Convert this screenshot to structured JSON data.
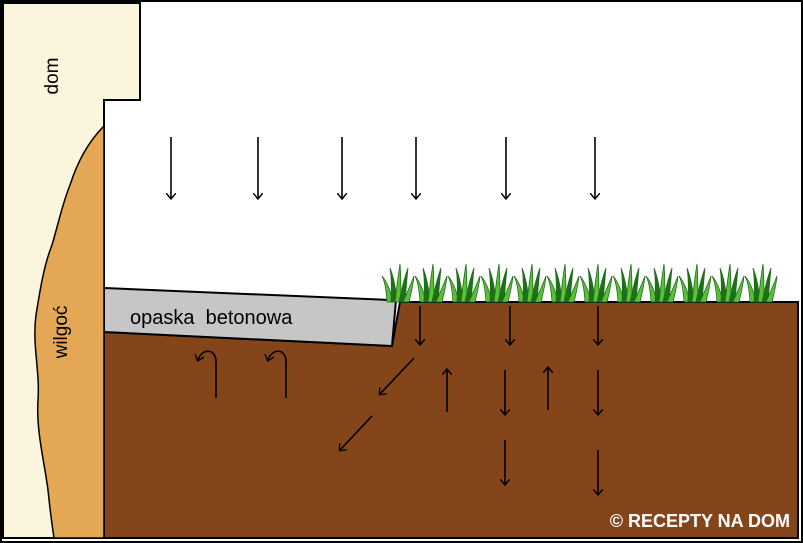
{
  "labels": {
    "house": "dom",
    "moisture": "wilgoć",
    "concrete_apron": "opaska  betonowa",
    "watermark": "© RECEPTY NA DOM"
  },
  "colors": {
    "wall": "#faf5dc",
    "moisture": "#e3a755",
    "soil": "#84451a",
    "concrete": "#c6c6c6",
    "grass_light": "#5cbf3a",
    "grass_dark": "#1e6e1a",
    "arrow": "#000000",
    "watermark": "#ffffff"
  },
  "arrows": {
    "rain_count": 6,
    "soil_down_count": 7,
    "soil_up_count": 2,
    "diagonal_count": 2,
    "curved_under_apron_count": 2
  }
}
